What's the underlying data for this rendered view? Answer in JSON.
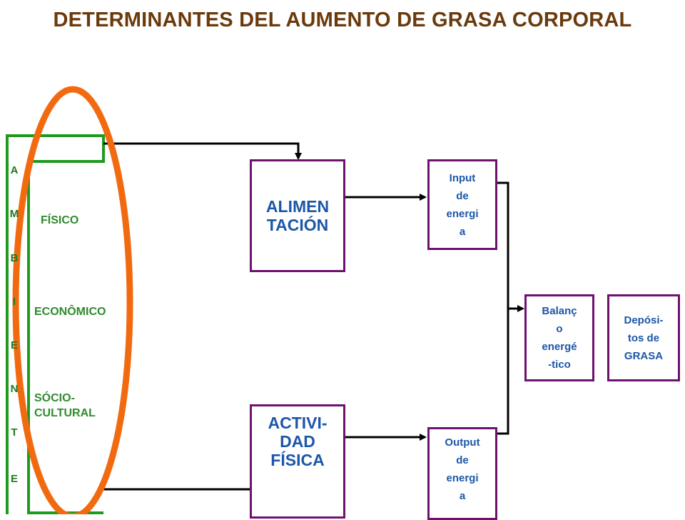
{
  "title": "DETERMINANTES DEL AUMENTO DE GRASA CORPORAL",
  "ambiente_letters": [
    "A",
    "M",
    "B",
    "I",
    "E",
    "N",
    "T",
    "E"
  ],
  "environment_items": {
    "fisico": "FÍSICO",
    "economico": "ECONÔMICO",
    "socio_line1": "SÓCIO-",
    "socio_line2": "CULTURAL"
  },
  "boxes": {
    "alimentacion": {
      "line1": "ALIMEN",
      "line2": "TACIÓN"
    },
    "actividad": {
      "line1": "ACTIVI-",
      "line2": "DAD",
      "line3": "FÍSICA"
    },
    "input": {
      "line1": "Input",
      "line2": "de",
      "line3": "energi",
      "line4": "a"
    },
    "output": {
      "line1": "Output",
      "line2": "de",
      "line3": "energi",
      "line4": "a"
    },
    "balance": {
      "line1": "Balanç",
      "line2": "o",
      "line3": "energé",
      "line4": "-tico"
    },
    "depositos": {
      "line1": "Depósi-",
      "line2": "tos de",
      "line3": "GRASA"
    }
  },
  "colors": {
    "title": "#6b3a0c",
    "green": "#1f9a1f",
    "box_border": "#6e1270",
    "box_text": "#1c57a8",
    "ellipse": "#f26a10"
  }
}
